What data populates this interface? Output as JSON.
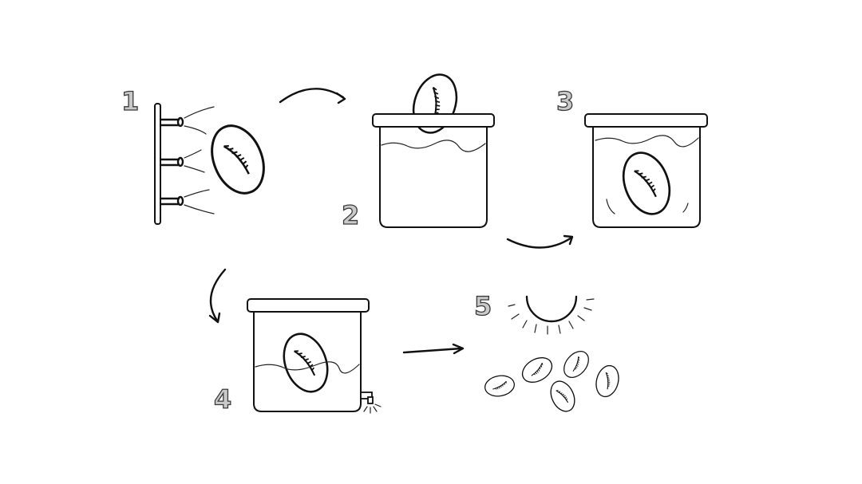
{
  "steps": [
    {
      "number": "1"
    },
    {
      "number": "2"
    },
    {
      "number": "3"
    },
    {
      "number": "4"
    },
    {
      "number": "5"
    }
  ],
  "colors": {
    "ink": "#111111",
    "number_fill": "#c9c9c9",
    "background": "#ffffff"
  }
}
